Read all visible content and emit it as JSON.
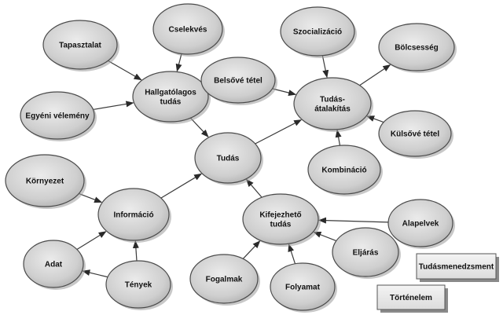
{
  "nodes": [
    {
      "id": "cselekves",
      "label": "Cselekvés"
    },
    {
      "id": "tapasztalat",
      "label": "Tapasztalat"
    },
    {
      "id": "hallgatolagos",
      "label": "Hallgatólagos|tudás"
    },
    {
      "id": "egyeni",
      "label": "Egyéni vélemény"
    },
    {
      "id": "szocializacio",
      "label": "Szocializáció"
    },
    {
      "id": "bolcsesseg",
      "label": "Bölcsesség"
    },
    {
      "id": "belsove",
      "label": "Belsővé tétel"
    },
    {
      "id": "atalakitas",
      "label": "Tudás-|átalakítás"
    },
    {
      "id": "kulsove",
      "label": "Külsővé tétel"
    },
    {
      "id": "tudas",
      "label": "Tudás"
    },
    {
      "id": "kombinacio",
      "label": "Kombináció"
    },
    {
      "id": "kornyezet",
      "label": "Környezet"
    },
    {
      "id": "informacio",
      "label": "Információ"
    },
    {
      "id": "kifejezheto",
      "label": "Kifejezhető|tudás"
    },
    {
      "id": "alapelvek",
      "label": "Alapelvek"
    },
    {
      "id": "eljaras",
      "label": "Eljárás"
    },
    {
      "id": "adat",
      "label": "Adat"
    },
    {
      "id": "tenyek",
      "label": "Tények"
    },
    {
      "id": "fogalmak",
      "label": "Fogalmak"
    },
    {
      "id": "folyamat",
      "label": "Folyamat"
    }
  ],
  "edges": [
    {
      "from": "cselekves",
      "to": "hallgatolagos"
    },
    {
      "from": "tapasztalat",
      "to": "hallgatolagos"
    },
    {
      "from": "egyeni",
      "to": "hallgatolagos"
    },
    {
      "from": "hallgatolagos",
      "to": "tudas"
    },
    {
      "from": "szocializacio",
      "to": "atalakitas"
    },
    {
      "from": "belsove",
      "to": "atalakitas"
    },
    {
      "from": "atalakitas",
      "to": "bolcsesseg"
    },
    {
      "from": "kulsove",
      "to": "atalakitas"
    },
    {
      "from": "kombinacio",
      "to": "atalakitas"
    },
    {
      "from": "tudas",
      "to": "atalakitas"
    },
    {
      "from": "kornyezet",
      "to": "informacio"
    },
    {
      "from": "informacio",
      "to": "tudas"
    },
    {
      "from": "adat",
      "to": "informacio"
    },
    {
      "from": "tenyek",
      "to": "informacio"
    },
    {
      "from": "tenyek",
      "to": "adat"
    },
    {
      "from": "kifejezheto",
      "to": "tudas"
    },
    {
      "from": "alapelvek",
      "to": "kifejezheto"
    },
    {
      "from": "eljaras",
      "to": "kifejezheto"
    },
    {
      "from": "fogalmak",
      "to": "kifejezheto"
    },
    {
      "from": "folyamat",
      "to": "kifejezheto"
    }
  ],
  "boxes": [
    {
      "id": "tudasmenedzsment",
      "label": "Tudásmenedzsment"
    },
    {
      "id": "tortenelem",
      "label": "Történelem"
    }
  ]
}
